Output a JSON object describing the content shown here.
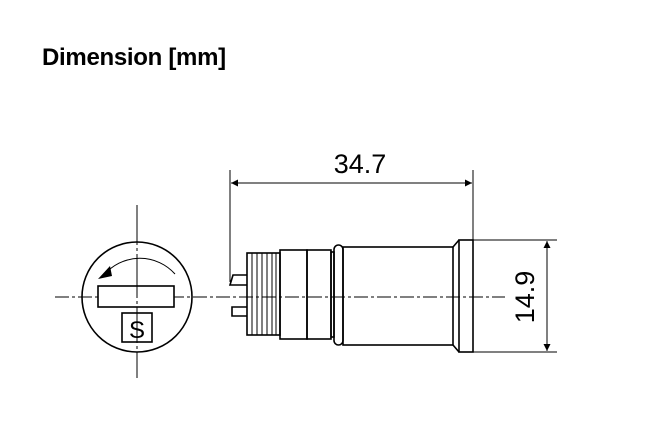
{
  "title": "Dimension [mm]",
  "units": "mm",
  "dimensions": {
    "length": "34.7",
    "diameter": "14.9"
  },
  "front_view": {
    "symbol": "S"
  },
  "colors": {
    "line": "#000000",
    "background": "#ffffff"
  }
}
